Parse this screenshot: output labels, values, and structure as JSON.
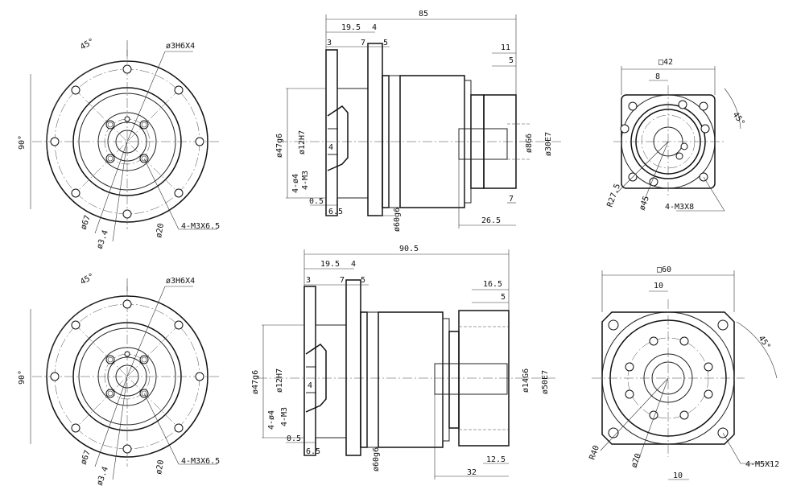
{
  "top_front": {
    "angle": "45°",
    "hole_spec": "ø3H6X4",
    "angle90": "90°",
    "pcd": "ø67",
    "thread": "4-M3X6.5",
    "bore": "ø20",
    "pcd_small": "ø3.4"
  },
  "top_side": {
    "length": "85",
    "d19_5": "19.5",
    "d4": "4",
    "d3": "3",
    "d7": "7",
    "d5": "5",
    "d11": "11",
    "d5b": "5",
    "d0_5": "0.5",
    "d6_5": "6.5",
    "d26_5": "26.5",
    "d7b": "7",
    "d47": "ø47g6",
    "d12": "ø12H7",
    "h4": "4",
    "holes": "4-ø4",
    "m3": "4-M3",
    "d60": "ø60g6",
    "shaft": "ø8G6",
    "pilot": "ø30E7"
  },
  "top_out": {
    "square": "□42",
    "d8": "8",
    "angle": "45°",
    "d27": "R27.5",
    "d45": "ø45",
    "thread": "4-M3X8"
  },
  "bot_front": {
    "angle": "45°",
    "hole_spec": "ø3H6X4",
    "angle90": "90°",
    "pcd": "ø67",
    "thread": "4-M3X6.5",
    "bore": "ø20",
    "pcd_small": "ø3.4"
  },
  "bot_side": {
    "length": "90.5",
    "d19_5": "19.5",
    "d4": "4",
    "d3": "3",
    "d7": "7",
    "d5": "5",
    "d16_5": "16.5",
    "d5b": "5",
    "d0_5": "0.5",
    "d6_5": "6.5",
    "d12_5": "12.5",
    "d32": "32",
    "d47": "ø47g6",
    "d12": "ø12H7",
    "h4": "4",
    "holes": "4-ø4",
    "m3": "4-M3",
    "d60": "ø60g6",
    "shaft": "ø14G6",
    "pilot": "ø50E7"
  },
  "bot_out": {
    "square": "□60",
    "d10": "10",
    "angle": "45°",
    "d40": "R40",
    "d70": "ø70",
    "thread": "4-M5X12",
    "d10b": "10"
  }
}
